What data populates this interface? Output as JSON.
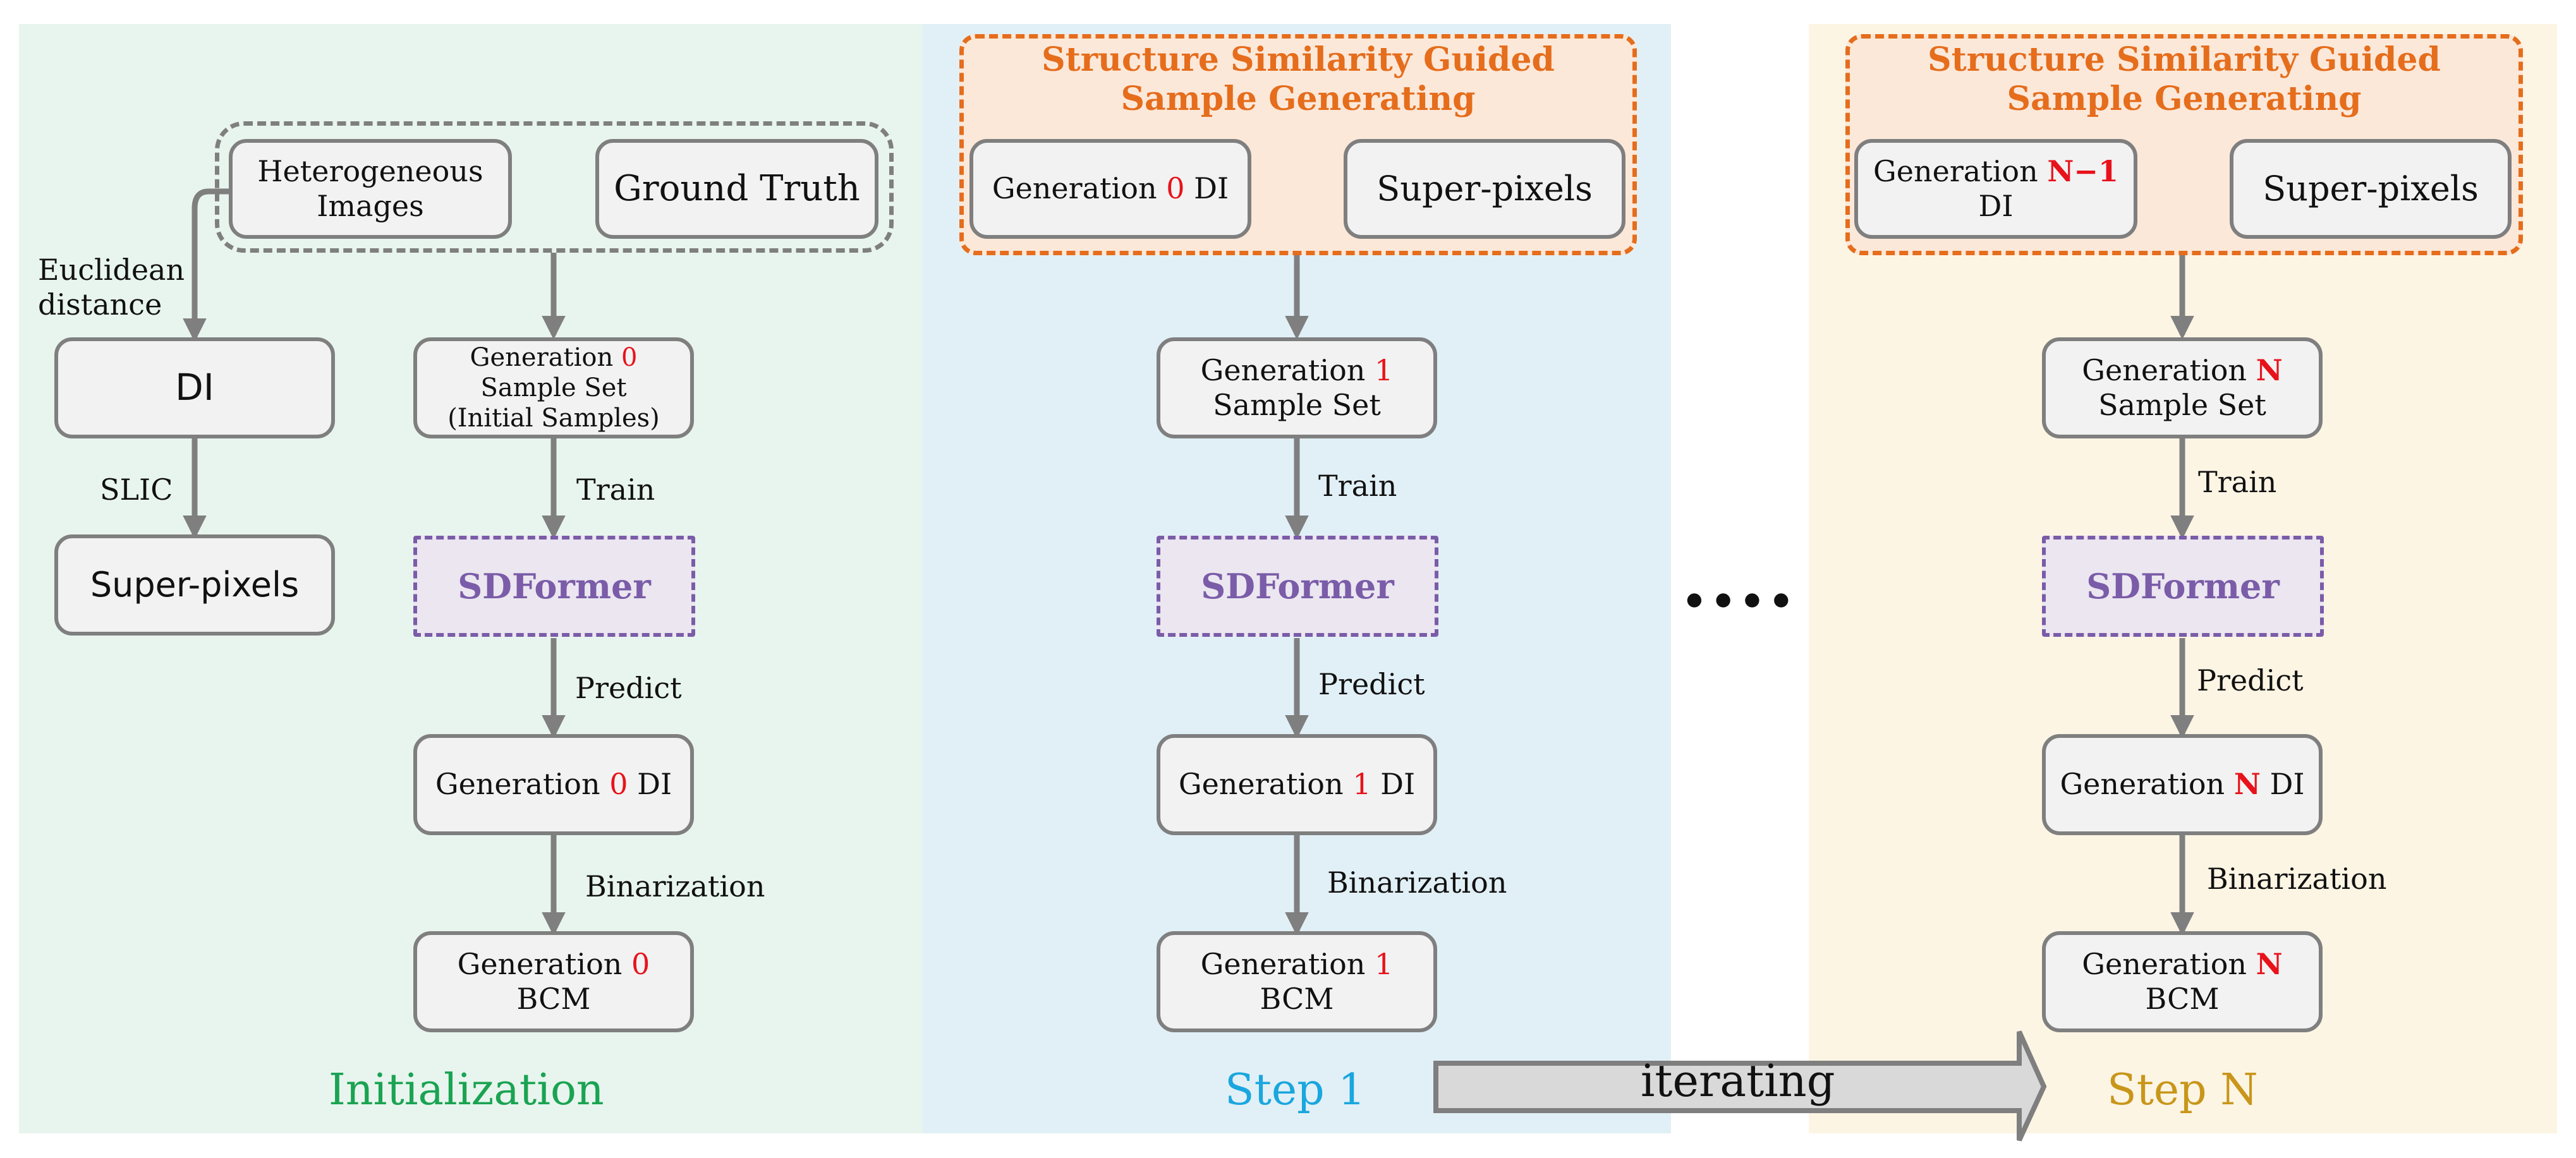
{
  "colors": {
    "init_bg": "#e8f5ee",
    "step1_bg": "#e1f0f6",
    "stepn_bg": "#fdf5e4",
    "box_fill": "#f2f2f2",
    "box_border": "#7f7f7f",
    "sdformer_color": "#7a5ca8",
    "ssg_color": "#e56d1c",
    "generation_accent": "#e8121b",
    "init_title_color": "#1aa352",
    "step1_title_color": "#1aa6de",
    "stepn_title_color": "#c8961a"
  },
  "init": {
    "title": "Initialization",
    "heterogeneous_images": [
      "Heterogeneous",
      "Images"
    ],
    "ground_truth": "Ground Truth",
    "euclidean_label": [
      "Euclidean",
      "distance"
    ],
    "di": "DI",
    "slic_label": "SLIC",
    "superpixels": "Super-pixels",
    "sample_set": {
      "pre": "Generation",
      "num": "0",
      "line2": "Sample Set",
      "line3": "(Initial Samples)"
    },
    "train_label": "Train",
    "sdformer": "SDFormer",
    "predict_label": "Predict",
    "gen_di": {
      "pre": "Generation",
      "num": "0",
      "post": "DI"
    },
    "binarization_label": "Binarization",
    "bcm": {
      "pre": "Generation",
      "num": "0",
      "line2": "BCM"
    }
  },
  "step1": {
    "title": "Step 1",
    "ssg_title": [
      "Structure Similarity Guided",
      "Sample Generating"
    ],
    "prev_di": {
      "pre": "Generation",
      "num": "0",
      "post": "DI"
    },
    "superpixels": "Super-pixels",
    "sample_set": {
      "pre": "Generation",
      "num": "1",
      "line2": "Sample Set"
    },
    "train_label": "Train",
    "sdformer": "SDFormer",
    "predict_label": "Predict",
    "gen_di": {
      "pre": "Generation",
      "num": "1",
      "post": "DI"
    },
    "binarization_label": "Binarization",
    "bcm": {
      "pre": "Generation",
      "num": "1",
      "line2": "BCM"
    }
  },
  "stepn": {
    "title": "Step N",
    "ssg_title": [
      "Structure Similarity Guided",
      "Sample Generating"
    ],
    "prev_di": {
      "pre": "Generation",
      "num": "N−1",
      "line2": "DI"
    },
    "superpixels": "Super-pixels",
    "sample_set": {
      "pre": "Generation",
      "num": "N",
      "line2": "Sample Set"
    },
    "train_label": "Train",
    "sdformer": "SDFormer",
    "predict_label": "Predict",
    "gen_di": {
      "pre": "Generation",
      "num": "N",
      "post": "DI"
    },
    "binarization_label": "Binarization",
    "bcm": {
      "pre": "Generation",
      "num": "N",
      "line2": "BCM"
    }
  },
  "ellipsis": "····",
  "iterating_label": "iterating"
}
